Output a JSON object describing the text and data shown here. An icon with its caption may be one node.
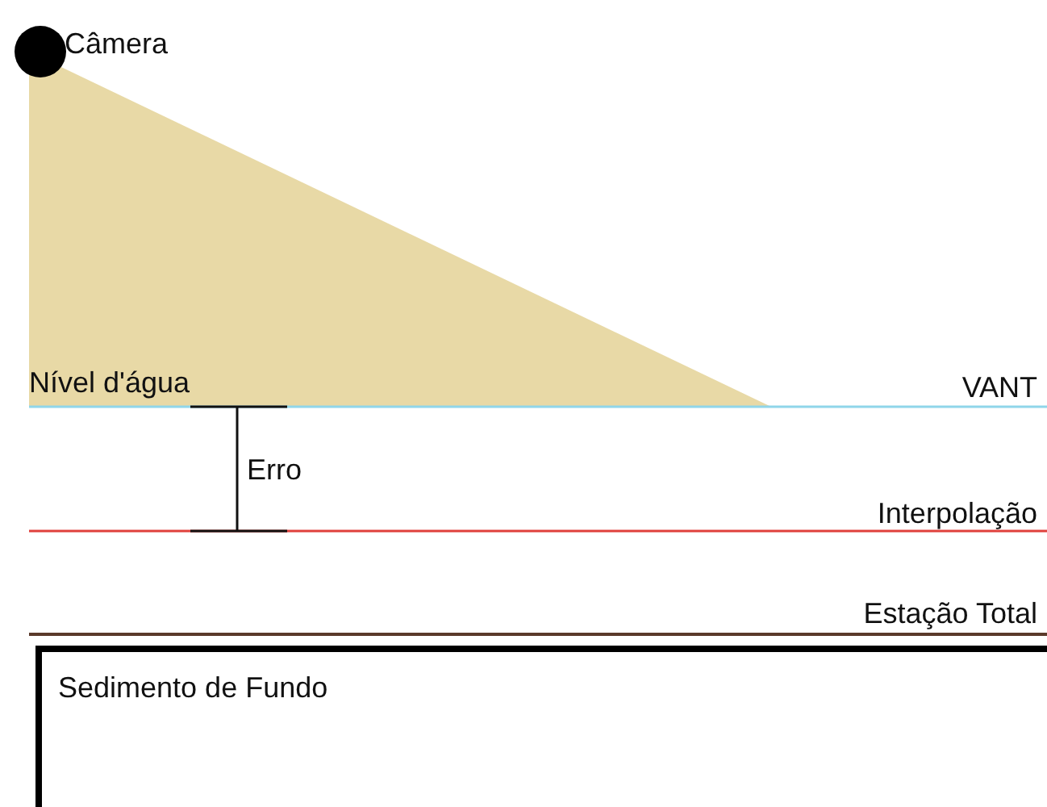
{
  "diagram": {
    "nodes": [
      {
        "text": [],
        "shape": "circle",
        "beside": [
          "Câmera"
        ]
      },
      {
        "text": [
          "Sedimento de Fundo"
        ]
      }
    ],
    "labels": [
      "Nível d'água",
      "VANT",
      "Erro",
      "Interpolação",
      "Estação Total"
    ]
  }
}
